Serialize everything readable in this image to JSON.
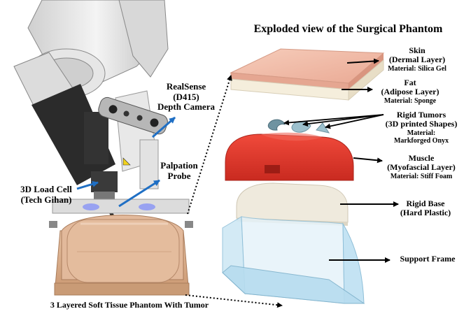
{
  "title": "Exploded view of the Surgical Phantom",
  "left_labels": {
    "camera_name": "RealSense",
    "camera_model": "(D415)",
    "camera_type": "Depth Camera",
    "probe_line1": "Palpation",
    "probe_line2": "Probe",
    "loadcell_line1": "3D Load Cell",
    "loadcell_line2": "(Tech Gihan)",
    "phantom_caption": "3 Layered Soft Tissue Phantom With Tumor"
  },
  "layers": {
    "skin_name": "Skin",
    "skin_layer": "(Dermal Layer)",
    "skin_material": "Material: Silica Gel",
    "fat_name": "Fat",
    "fat_layer": "(Adipose Layer)",
    "fat_material": "Material: Sponge",
    "tumor_name": "Rigid Tumors",
    "tumor_layer": "(3D printed Shapes)",
    "tumor_material_1": "Material:",
    "tumor_material_2": "Markforged Onyx",
    "muscle_name": "Muscle",
    "muscle_layer": "(Myofascial Layer)",
    "muscle_material": "Material: Stiff Foam",
    "base_name": "Rigid Base",
    "base_layer": "(Hard Plastic)",
    "frame_name": "Support Frame"
  },
  "colors": {
    "skin": "#f2c3b0",
    "fat": "#f3ecd9",
    "muscle": "#e5362a",
    "base": "#eee9dc",
    "tumor": "#8fb5c2",
    "frame": "#bfe0f0",
    "arrow_blue": "#1f6fc4",
    "phantom": "#dcb08f",
    "robot_white": "#e9e9e9",
    "robot_dark": "#2b2b2b"
  }
}
